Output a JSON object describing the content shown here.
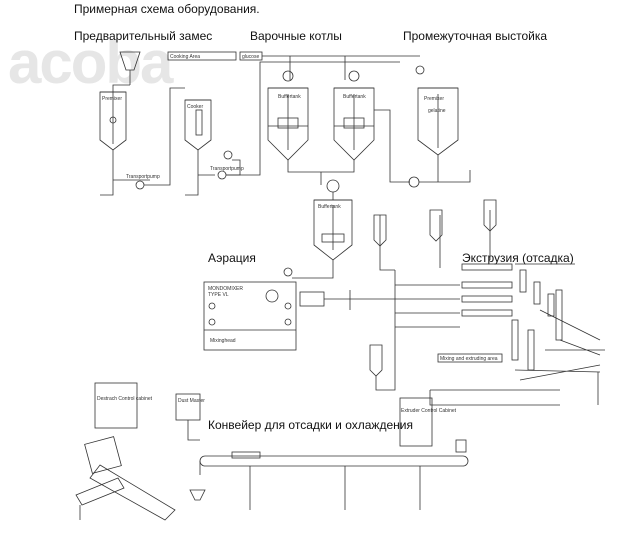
{
  "header": {
    "title": "Примерная схема оборудования."
  },
  "sections": {
    "premix": "Предварительный замес",
    "cookers": "Варочные котлы",
    "buffer": "Промежуточная выстойка",
    "aeration": "Аэрация",
    "extrusion": "Экструзия (отсадка)",
    "conveyor": "Конвейер для отсадки и охлаждения"
  },
  "equipment_labels": {
    "cooking_area": "Cooking Area",
    "premixer": "Premixer",
    "cooker": "Cooker",
    "transportpump1": "Transportpump",
    "transportpump2": "Transportpump",
    "glucose": "glucose",
    "buffertank1": "Buffertank",
    "buffertank2": "Buffertank",
    "buffertank3": "Buffertank",
    "premixer2": "Premixer",
    "gelatine": "gelatine",
    "mondomixer": "MONDOMIXER",
    "mondomixer_type": "TYPE VL",
    "mixinghead": "Mixinghead",
    "mixing_area": "Mixing and extruding area",
    "destrach": "Destrach Control cabinet",
    "dust_master": "Dust Master",
    "extruder_cabinet": "Extruder Control Cabinet"
  },
  "watermark": "acoba"
}
